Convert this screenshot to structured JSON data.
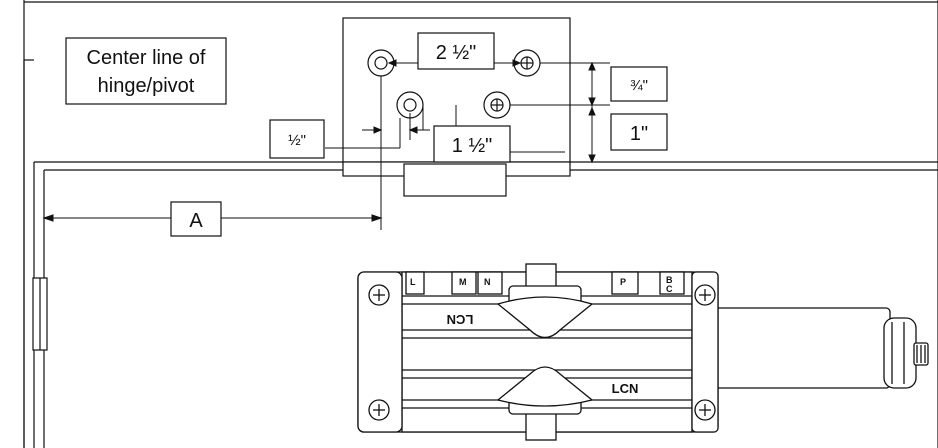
{
  "labels": {
    "center_line_line1": "Center line of",
    "center_line_line2": "hinge/pivot",
    "dim_2_half": "2 ½\"",
    "dim_three_quarter": "¾\"",
    "dim_half": "½\"",
    "dim_one_half": "1 ½\"",
    "dim_one": "1\"",
    "dim_a": "A"
  },
  "closer": {
    "brand_top": "LCN",
    "brand_bottom": "LCN",
    "valve_l": "L",
    "valve_m": "M",
    "valve_n": "N",
    "valve_p": "P",
    "valve_b": "B",
    "valve_c": "C"
  },
  "colors": {
    "line": "#111111",
    "paper": "#ffffff",
    "body_fill": "#ffffff"
  }
}
